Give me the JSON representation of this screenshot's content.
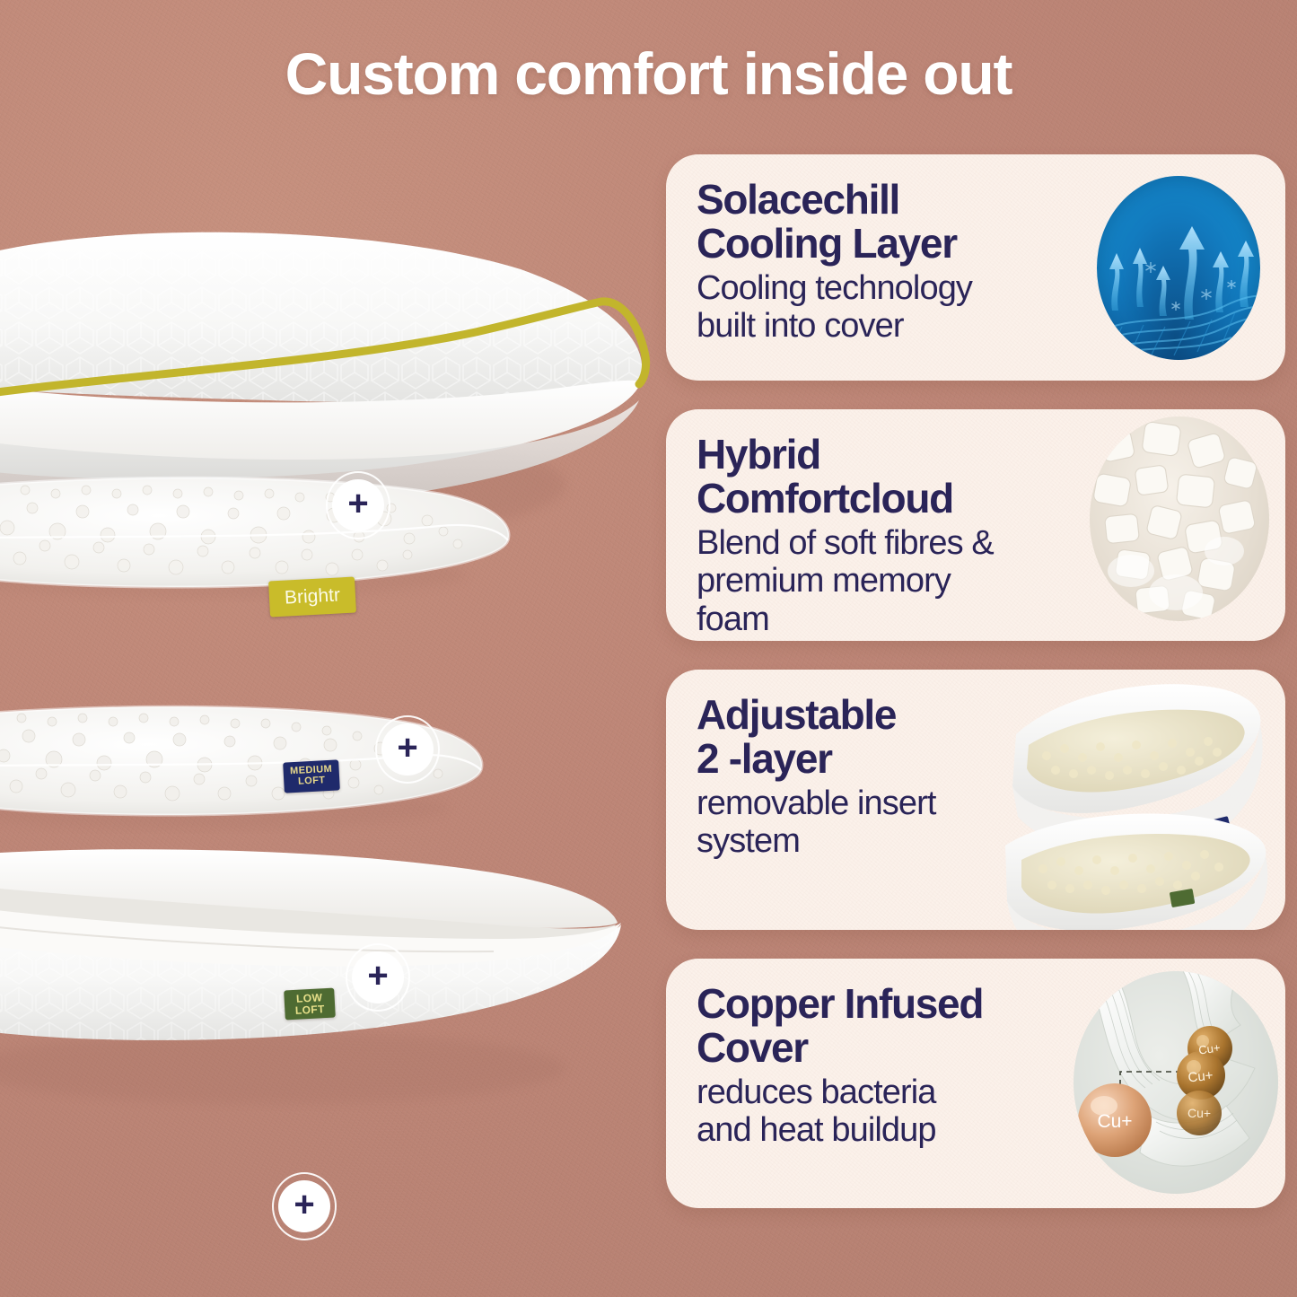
{
  "heading": "Custom comfort inside out",
  "colors": {
    "background": "#c08a79",
    "card_bg": "#fbf1ea",
    "navy": "#2a2458",
    "brand_yellow": "#c9bc2a",
    "medium_loft_tag": "#1f2a6b",
    "low_loft_tag": "#4e6b32",
    "cool_blue": "#1279bd",
    "copper": "#c98a5a"
  },
  "cards": [
    {
      "title_line1": "Solacechill",
      "title_line2": "Cooling Layer",
      "sub_line1": "Cooling technology",
      "sub_line2": "built into cover",
      "art": "cooling-airflow-circle"
    },
    {
      "title_line1": "Hybrid",
      "title_line2": "Comfortcloud",
      "sub_line1": "Blend of soft fibres &",
      "sub_line2": "premium memory foam",
      "art": "memory-foam-chunks-circle"
    },
    {
      "title_line1": "Adjustable",
      "title_line2": "2 -layer",
      "sub_line1": "removable insert",
      "sub_line2": "system",
      "art": "two-layer-inserts-image"
    },
    {
      "title_line1": "Copper Infused",
      "title_line2": "Cover",
      "sub_line1": "reduces bacteria",
      "sub_line2": "and heat buildup",
      "art": "copper-ion-fabric-circle"
    }
  ],
  "pillows": {
    "hotspot_symbol": "+",
    "hotspots": [
      {
        "name": "hotspot-cooling-cover"
      },
      {
        "name": "hotspot-medium-loft-insert"
      },
      {
        "name": "hotspot-low-loft-insert"
      },
      {
        "name": "hotspot-copper-cover"
      }
    ],
    "tags": {
      "brand": "Brightr",
      "medium_loft_line1": "MEDIUM",
      "medium_loft_line2": "LOFT",
      "low_loft_line1": "LOW",
      "low_loft_line2": "LOFT"
    }
  },
  "copper_art": {
    "ion_large": "Cu+",
    "ion_small_1": "Cu+",
    "ion_small_2": "Cu+",
    "ion_small_3": "Cu+"
  }
}
